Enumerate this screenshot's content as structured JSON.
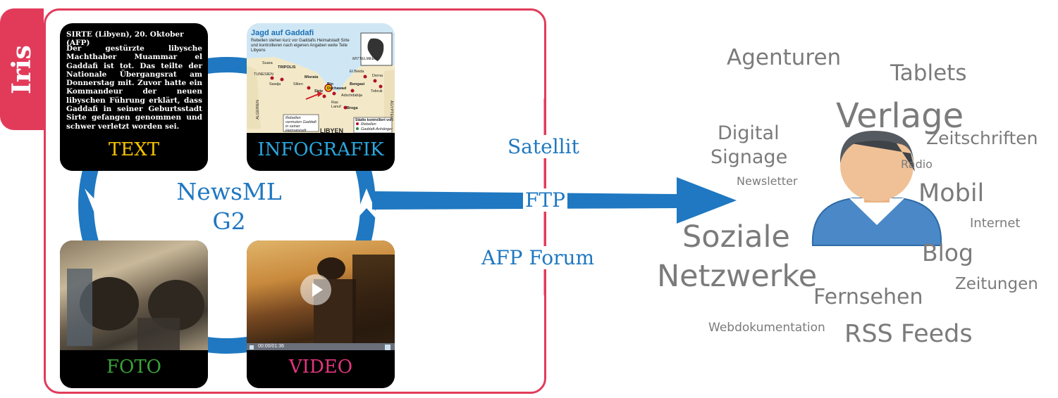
{
  "brand": {
    "label": "Iris",
    "color": "#e23b5a"
  },
  "cards": {
    "text": {
      "label": "TEXT",
      "headline": "SIRTE (Libyen), 20. Oktober (AFP)",
      "body": "Der gestürzte libysche Machthaber Muammar el Gaddafi ist tot. Das teilte der Nationale Übergangsrat am Donnerstag mit. Zuvor hatte ein Kommandeur der neuen libyschen Führung erklärt, dass Gaddafi in seiner Geburtsstadt Sirte gefangen genommen und schwer verletzt worden sei.",
      "label_color": "#f5c400"
    },
    "infografik": {
      "label": "INFOGRAFIK",
      "title": "Jagd auf Gaddafi",
      "subtitle": "Rebellen stehen kurz vor Gaddafis Heimatstadt Sirte und kontrollieren nach eigenen Angaben weite Teile Libyens",
      "map_labels": {
        "mittelmeer": "MITTELMEER",
        "tunesien": "TUNESIEN",
        "tripolis": "TRIPOLIS",
        "suara": "Suara",
        "sawija": "Sawija",
        "sliten": "Sliten",
        "misrata": "Misrata",
        "bin_dschawad": "Bin Dschawad",
        "sirte": "Sirte",
        "ras_lanuf": "Ras Lanuf",
        "brega": "Brega",
        "adschdabija": "Adschdabija",
        "bengasi": "Bengasi",
        "el_beida": "El Beida",
        "derna": "Derna",
        "tobruk": "Tobruk",
        "algerien": "ALGERIEN",
        "aegypten": "ÄGYPTEN",
        "libyen": "LIBYEN",
        "note": "Rebellen vermuten Gaddafi in seiner Heimatstadt",
        "legend_title": "Städte kontrolliert von:",
        "legend_rebellen": "Rebellen",
        "legend_gaddafi": "Gaddafi-Anhänger"
      },
      "label_color": "#2aa7df"
    },
    "foto": {
      "label": "FOTO",
      "label_color": "#3aa23a"
    },
    "video": {
      "label": "VIDEO",
      "time": "00:00/01:36",
      "label_color": "#e2367c"
    }
  },
  "center": {
    "line1": "NewsML",
    "line2": "G2"
  },
  "channels": {
    "satellit": "Satellit",
    "ftp": "FTP",
    "afp_forum": "AFP Forum"
  },
  "word_cloud": [
    "Agenturen",
    "Tablets",
    "Digital",
    "Signage",
    "Verlage",
    "Zeitschriften",
    "Radio",
    "Newsletter",
    "Mobil",
    "Internet",
    "Soziale",
    "Netzwerke",
    "Blog",
    "Zeitungen",
    "Fernsehen",
    "Webdokumentation",
    "RSS Feeds"
  ],
  "colors": {
    "accent_blue": "#1f78c1",
    "frame_red": "#e23b5a",
    "word_gray": "#7b7b7b"
  },
  "icons": {
    "user": "user-avatar-icon",
    "video_play": "play-icon"
  }
}
